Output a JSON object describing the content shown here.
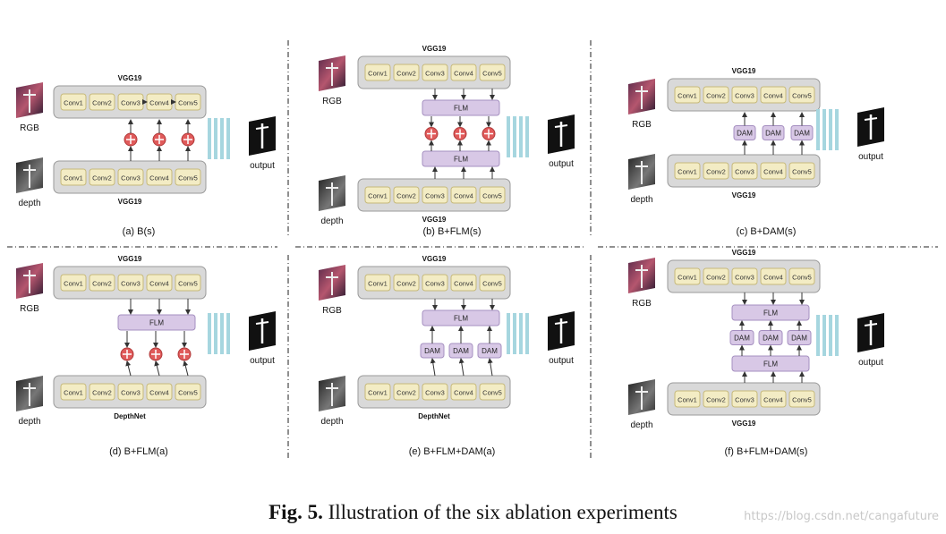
{
  "figure": {
    "caption_prefix": "Fig. 5.",
    "caption_text": " Illustration of the six ablation experiments",
    "watermark": "https://blog.csdn.net/cangafuture"
  },
  "labels": {
    "rgb": "RGB",
    "depth": "depth",
    "output": "output",
    "conv": [
      "Conv1",
      "Conv2",
      "Conv3",
      "Conv4",
      "Conv5"
    ],
    "flm": "FLM",
    "dam": "DAM"
  },
  "panels": [
    {
      "id": "a",
      "caption": "(a) B(s)",
      "top_backbone": "VGG19",
      "bottom_backbone": "VGG19"
    },
    {
      "id": "b",
      "caption": "(b) B+FLM(s)",
      "top_backbone": "VGG19",
      "bottom_backbone": "VGG19"
    },
    {
      "id": "c",
      "caption": "(c) B+DAM(s)",
      "top_backbone": "VGG19",
      "bottom_backbone": "VGG19"
    },
    {
      "id": "d",
      "caption": "(d) B+FLM(a)",
      "top_backbone": "VGG19",
      "bottom_backbone": "DepthNet"
    },
    {
      "id": "e",
      "caption": "(e) B+FLM+DAM(a)",
      "top_backbone": "VGG19",
      "bottom_backbone": "DepthNet"
    },
    {
      "id": "f",
      "caption": "(f) B+FLM+DAM(s)",
      "top_backbone": "VGG19",
      "bottom_backbone": "VGG19"
    }
  ],
  "colors": {
    "backbone_fill": "#d9d9d9",
    "conv_fill": "#f3ecc4",
    "module_fill": "#d8c8e6",
    "plus_fill": "#e05a5a",
    "decoder_bar": "#a6d6df"
  }
}
